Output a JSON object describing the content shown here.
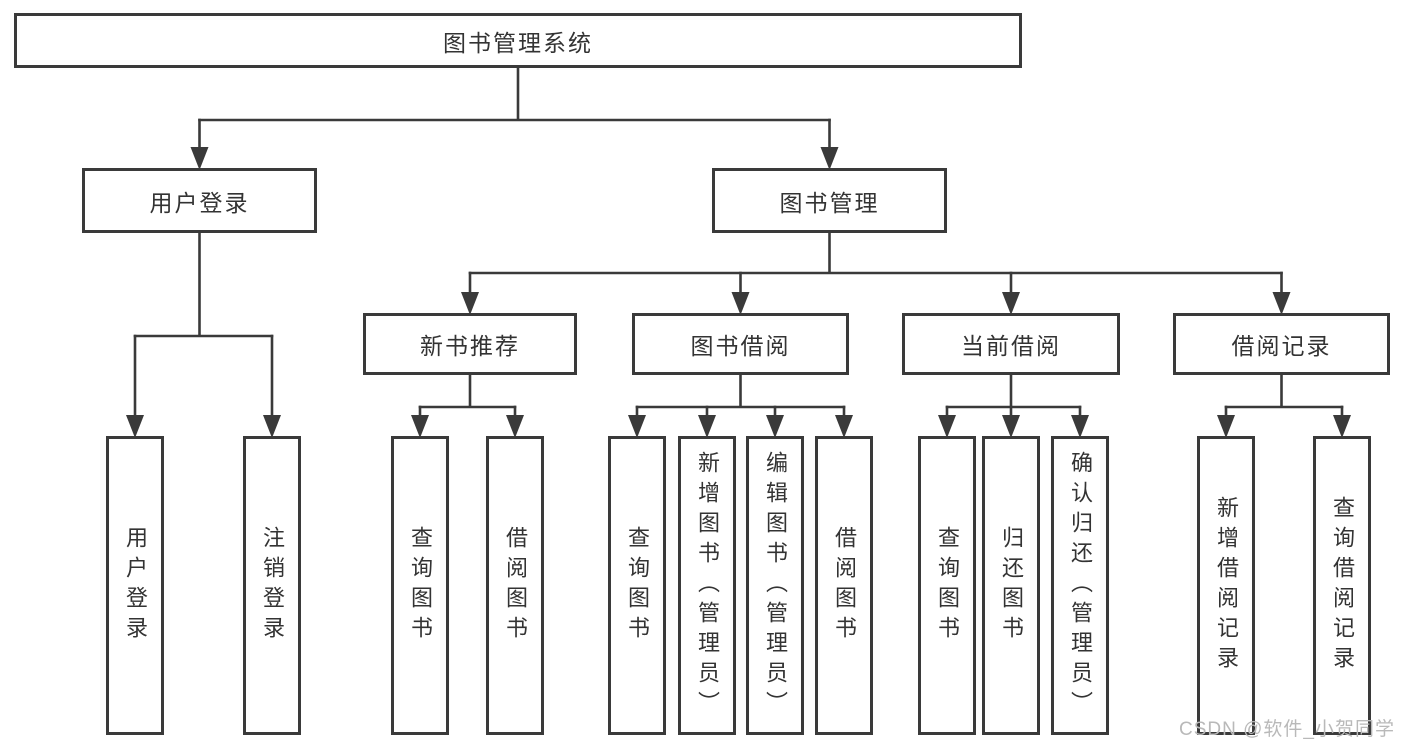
{
  "diagram": {
    "title": "图书管理系统",
    "nodes": [
      {
        "id": "root",
        "label": "图书管理系统"
      },
      {
        "id": "user-login",
        "label": "用户登录"
      },
      {
        "id": "book-mgmt",
        "label": "图书管理"
      },
      {
        "id": "new-book-rec",
        "label": "新书推荐"
      },
      {
        "id": "book-borrow",
        "label": "图书借阅"
      },
      {
        "id": "current-borrow",
        "label": "当前借阅"
      },
      {
        "id": "borrow-records",
        "label": "借阅记录"
      },
      {
        "id": "leaf-user-login",
        "label": "用户登录"
      },
      {
        "id": "leaf-logout",
        "label": "注销登录"
      },
      {
        "id": "leaf-query-book-1",
        "label": "查询图书"
      },
      {
        "id": "leaf-borrow-book-1",
        "label": "借阅图书"
      },
      {
        "id": "leaf-query-book-2",
        "label": "查询图书"
      },
      {
        "id": "leaf-add-book",
        "label": "新增图书（管理员）"
      },
      {
        "id": "leaf-edit-book",
        "label": "编辑图书（管理员）"
      },
      {
        "id": "leaf-borrow-book-2",
        "label": "借阅图书"
      },
      {
        "id": "leaf-query-book-3",
        "label": "查询图书"
      },
      {
        "id": "leaf-return-book",
        "label": "归还图书"
      },
      {
        "id": "leaf-confirm-return",
        "label": "确认归还（管理员）"
      },
      {
        "id": "leaf-add-record",
        "label": "新增借阅记录"
      },
      {
        "id": "leaf-query-record",
        "label": "查询借阅记录"
      }
    ],
    "edges": [
      {
        "parent": "root",
        "children": [
          "user-login",
          "book-mgmt"
        ]
      },
      {
        "parent": "user-login",
        "children": [
          "leaf-user-login",
          "leaf-logout"
        ]
      },
      {
        "parent": "book-mgmt",
        "children": [
          "new-book-rec",
          "book-borrow",
          "current-borrow",
          "borrow-records"
        ]
      },
      {
        "parent": "new-book-rec",
        "children": [
          "leaf-query-book-1",
          "leaf-borrow-book-1"
        ]
      },
      {
        "parent": "book-borrow",
        "children": [
          "leaf-query-book-2",
          "leaf-add-book",
          "leaf-edit-book",
          "leaf-borrow-book-2"
        ]
      },
      {
        "parent": "current-borrow",
        "children": [
          "leaf-query-book-3",
          "leaf-return-book",
          "leaf-confirm-return"
        ]
      },
      {
        "parent": "borrow-records",
        "children": [
          "leaf-add-record",
          "leaf-query-record"
        ]
      }
    ],
    "colors": {
      "border": "#3a3a3a",
      "line": "#3a3a3a",
      "text": "#333333",
      "background": "#ffffff",
      "watermark_color": "#b9b9b9"
    }
  },
  "watermark": "CSDN @软件_小贺同学"
}
